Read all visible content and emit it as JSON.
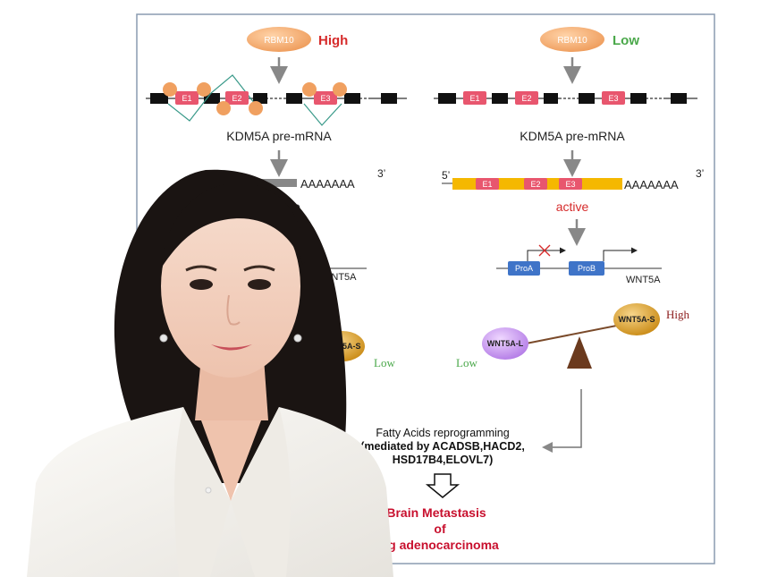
{
  "left": {
    "regulator": "RBM10",
    "level": "High",
    "exons": [
      "E1",
      "E2",
      "E3"
    ],
    "premrna_label": "KDM5A pre-mRNA",
    "polyA": "AAAAAAA",
    "end3": "3’",
    "status_suffix": "ive",
    "gene": "WNT5A",
    "isoform": "WNT5A-S",
    "isoform_level": "Low"
  },
  "right": {
    "regulator": "RBM10",
    "level": "Low",
    "exons": [
      "E1",
      "E2",
      "E3"
    ],
    "premrna_label": "KDM5A pre-mRNA",
    "end5": "5’",
    "polyA": "AAAAAAA",
    "end3": "3’",
    "status": "active",
    "promoter_a": "ProA",
    "promoter_b": "ProB",
    "gene": "WNT5A",
    "isoform_long": "WNT5A-L",
    "isoform_long_level": "Low",
    "isoform_short": "WNT5A-S",
    "isoform_short_level": "High"
  },
  "outcome": {
    "line1": "Fatty Acids reprogramming",
    "line2": "(mediated by ACADSB,HACD2,",
    "line3": "HSD17B4,ELOVL7)",
    "result1": "Brain Metastasis",
    "result2": "of",
    "result3": "g adenocarcinoma"
  },
  "colors": {
    "rbm10": "#f0a060",
    "exon": "#e8566e",
    "high": "#d62b2b",
    "low": "#4aa84a",
    "mrna": "#f5b800",
    "promoter": "#3f74c8",
    "wnt5a_s": "#d99a1e",
    "wnt5a_l": "#c79ae8",
    "outcome": "#c8102e"
  }
}
